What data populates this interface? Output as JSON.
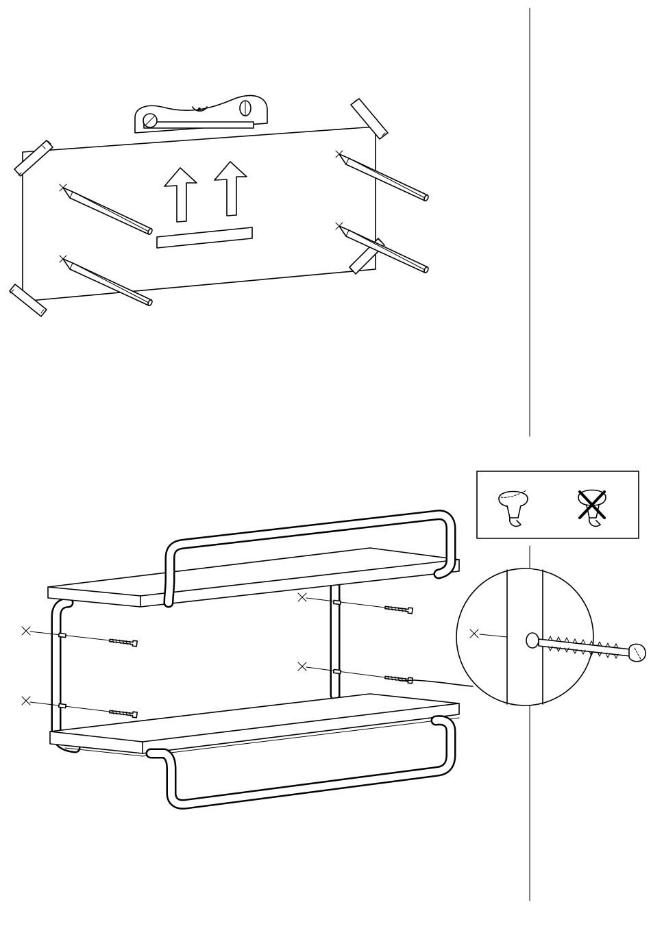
{
  "page": {
    "background": "#ffffff",
    "ink": "#000000"
  },
  "step_top": {
    "template_arrows": 2,
    "pencil_marks": 4,
    "tape_strips": 4
  },
  "step_bottom": {
    "screws": 4,
    "wall_marks": 5,
    "screw_head_types": [
      {
        "name": "round-head",
        "status": "correct"
      },
      {
        "name": "countersunk-head",
        "status": "incorrect"
      }
    ]
  },
  "icons": [
    "spirit-level-icon",
    "pencil-icon",
    "tape-icon",
    "screw-icon",
    "cross-mark-icon",
    "wall-mark-icon"
  ]
}
